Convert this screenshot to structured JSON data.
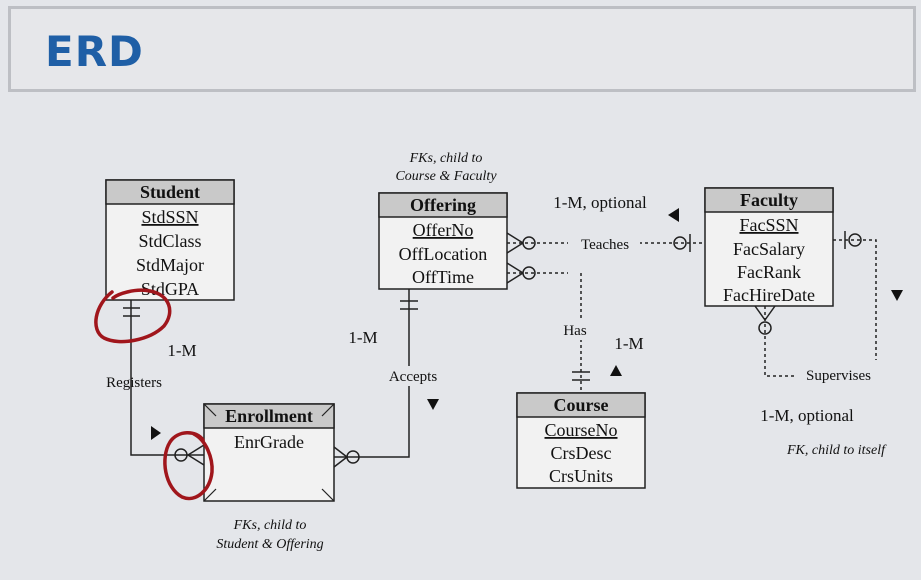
{
  "title": "ERD",
  "entities": {
    "student": {
      "name": "Student",
      "pk": "StdSSN",
      "attrs": [
        "StdClass",
        "StdMajor",
        "StdGPA"
      ]
    },
    "offering": {
      "name": "Offering",
      "pk": "OfferNo",
      "attrs": [
        "OffLocation",
        "OffTime"
      ]
    },
    "faculty": {
      "name": "Faculty",
      "pk": "FacSSN",
      "attrs": [
        "FacSalary",
        "FacRank",
        "FacHireDate"
      ]
    },
    "enrollment": {
      "name": "Enrollment",
      "attrs": [
        "EnrGrade"
      ]
    },
    "course": {
      "name": "Course",
      "pk": "CourseNo",
      "attrs": [
        "CrsDesc",
        "CrsUnits"
      ]
    }
  },
  "relationships": {
    "teaches": "Teaches",
    "has": "Has",
    "registers": "Registers",
    "accepts": "Accepts",
    "supervises": "Supervises"
  },
  "cardinalities": {
    "teaches": "1-M, optional",
    "has": "1-M",
    "registers": "1-M",
    "accepts": "1-M",
    "supervises": "1-M, optional"
  },
  "notes": {
    "offering_fk_line1": "FKs, child to",
    "offering_fk_line2": "Course & Faculty",
    "enrollment_fk_line1": "FKs, child to",
    "enrollment_fk_line2": "Student & Offering",
    "faculty_fk": "FK, child to itself"
  },
  "colors": {
    "title": "#1f5fa6",
    "highlight": "#a0161c",
    "header": "#c9c9c9"
  }
}
